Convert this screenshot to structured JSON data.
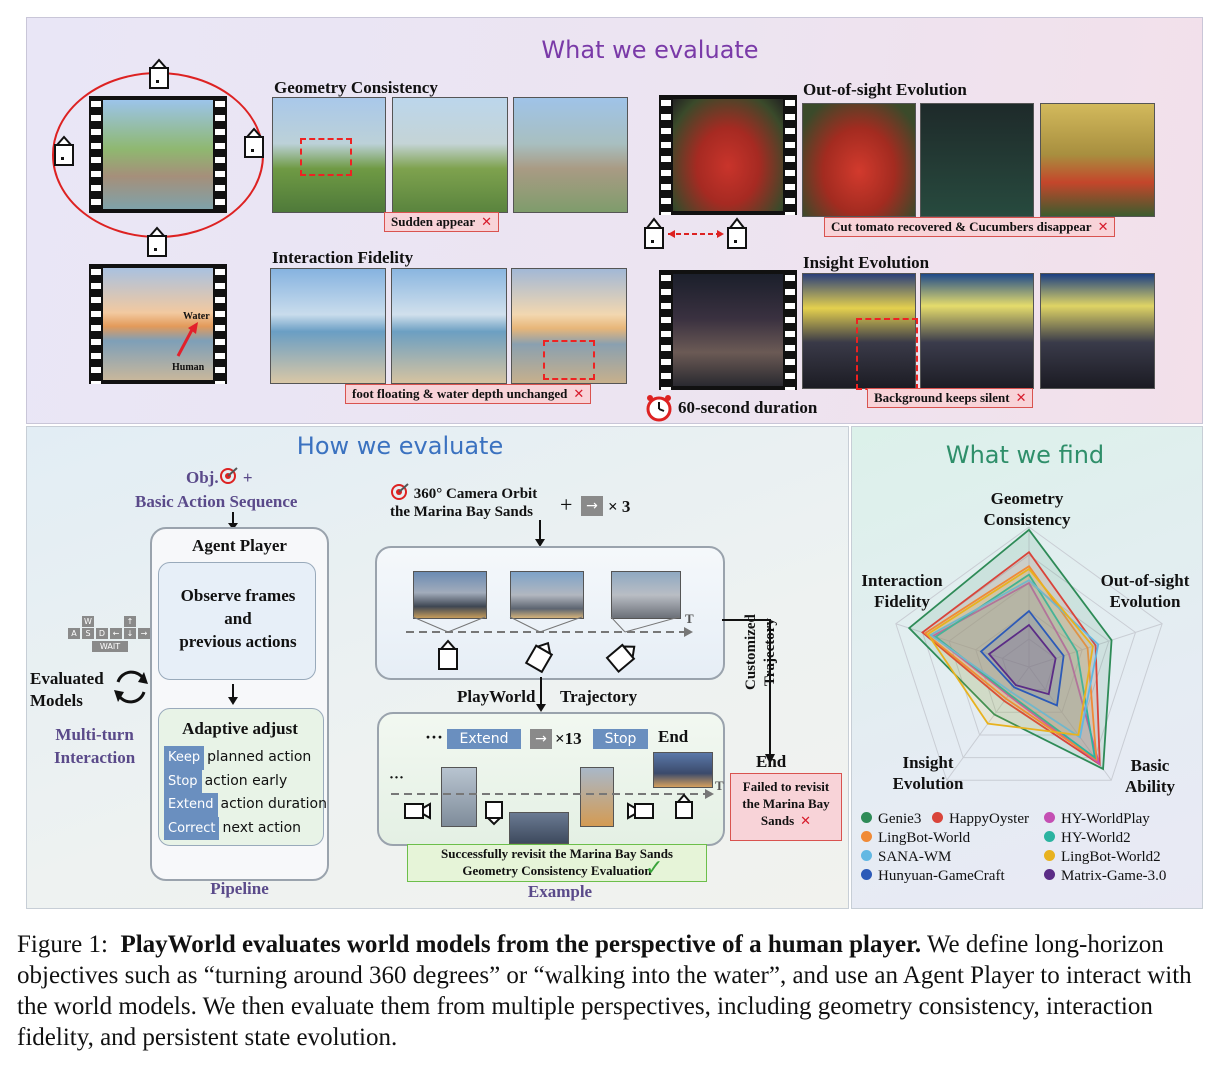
{
  "top": {
    "title": "What we evaluate",
    "geometry": "Geometry Consistency",
    "geometry_error": "Sudden appear",
    "interaction": "Interaction Fidelity",
    "interaction_error": "foot floating & water depth unchanged",
    "water_label": "Water",
    "human_label": "Human",
    "oos": "Out-of-sight Evolution",
    "oos_error": "Cut tomato recovered & Cucumbers disappear",
    "insight": "Insight Evolution",
    "insight_error": "Background keeps silent",
    "duration": "60-second duration",
    "x_mark": "✕"
  },
  "how": {
    "title": "How we evaluate",
    "obj": "Obj.",
    "plus": "+",
    "basic_action": "Basic Action Sequence",
    "agent_player": "Agent Player",
    "observe": [
      "Observe frames",
      "and",
      "previous actions"
    ],
    "adaptive": "Adaptive adjust",
    "actions": [
      {
        "tag": "Keep",
        "text": "planned action"
      },
      {
        "tag": "Stop",
        "text": "action early"
      },
      {
        "tag": "Extend",
        "text": "action duration"
      },
      {
        "tag": "Correct",
        "text": "next action"
      }
    ],
    "pipeline": "Pipeline",
    "evaluated_models": [
      "Evaluated",
      "Models"
    ],
    "multi_turn": [
      "Multi-turn",
      "Interaction"
    ],
    "keys": {
      "w": "W",
      "a": "A",
      "s": "S",
      "d": "D",
      "up": "↑",
      "left": "←",
      "down": "↓",
      "right": "→",
      "wait": "WAIT"
    },
    "orbit_line1": "360° Camera Orbit",
    "orbit_line2": "the Marina Bay Sands",
    "times3": "× 3",
    "t_label": "T",
    "playworld": "PlayWorld",
    "trajectory": "Trajectory",
    "customized": [
      "Customized",
      "Trajectory"
    ],
    "ellipsis": "···",
    "extend": "Extend",
    "times13": "×13",
    "stop": "Stop",
    "end": "End",
    "end2": "End",
    "failed": [
      "Failed to revisit",
      "the Marina Bay",
      "Sands"
    ],
    "success": [
      "Successfully revisit the Marina Bay Sands",
      "Geometry Consistency Evaluation"
    ],
    "check": "✓",
    "example": "Example"
  },
  "find": {
    "title": "What we find",
    "axes": [
      "Geometry Consistency",
      "Out-of-sight Evolution",
      "Basic Ability",
      "Insight Evolution",
      "Interaction Fidelity"
    ],
    "axis_lines": {
      "geometry": [
        "Geometry",
        "Consistency"
      ],
      "oos": [
        "Out-of-sight",
        "Evolution"
      ],
      "basic": [
        "Basic",
        "Ability"
      ],
      "insight": [
        "Insight",
        "Evolution"
      ],
      "interaction": [
        "Interaction",
        "Fidelity"
      ]
    }
  },
  "chart_data": {
    "type": "radar",
    "title": "What we find",
    "axes": [
      "Geometry Consistency",
      "Out-of-sight Evolution",
      "Basic Ability",
      "Insight Evolution",
      "Interaction Fidelity"
    ],
    "range": [
      0,
      1
    ],
    "grid": true,
    "legend_position": "bottom",
    "series": [
      {
        "name": "Genie3",
        "color": "#2e8b57",
        "values": [
          0.98,
          0.62,
          0.9,
          0.42,
          0.9
        ]
      },
      {
        "name": "HappyOyster",
        "color": "#d9443a",
        "values": [
          0.82,
          0.5,
          0.86,
          0.3,
          0.8
        ]
      },
      {
        "name": "HY-WorldPlay",
        "color": "#c44fb3",
        "values": [
          0.6,
          0.3,
          0.85,
          0.25,
          0.72
        ]
      },
      {
        "name": "LingBot-World",
        "color": "#f08a36",
        "values": [
          0.72,
          0.44,
          0.82,
          0.28,
          0.78
        ]
      },
      {
        "name": "HY-World2",
        "color": "#2bb3a0",
        "values": [
          0.66,
          0.36,
          0.8,
          0.24,
          0.7
        ]
      },
      {
        "name": "SANA-WM",
        "color": "#62b8e3",
        "values": [
          0.62,
          0.52,
          0.62,
          0.22,
          0.74
        ]
      },
      {
        "name": "LingBot-World2",
        "color": "#e8b21f",
        "values": [
          0.7,
          0.48,
          0.6,
          0.5,
          0.76
        ]
      },
      {
        "name": "Hunyuan-GameCraft",
        "color": "#2c5ab8",
        "values": [
          0.4,
          0.26,
          0.34,
          0.18,
          0.36
        ]
      },
      {
        "name": "Matrix-Game-3.0",
        "color": "#5b2c86",
        "values": [
          0.3,
          0.2,
          0.24,
          0.16,
          0.3
        ]
      }
    ]
  },
  "caption": {
    "prefix": "Figure 1:",
    "bold": "PlayWorld evaluates world models from the perspective of a human player.",
    "rest": "We define long-horizon objectives such as “turning around 360 degrees” or “walking into the water”, and use an Agent Player to interact with the world models. We then evaluate them from multiple perspectives, including geometry consistency, interaction fidelity, and persistent state evolution."
  }
}
